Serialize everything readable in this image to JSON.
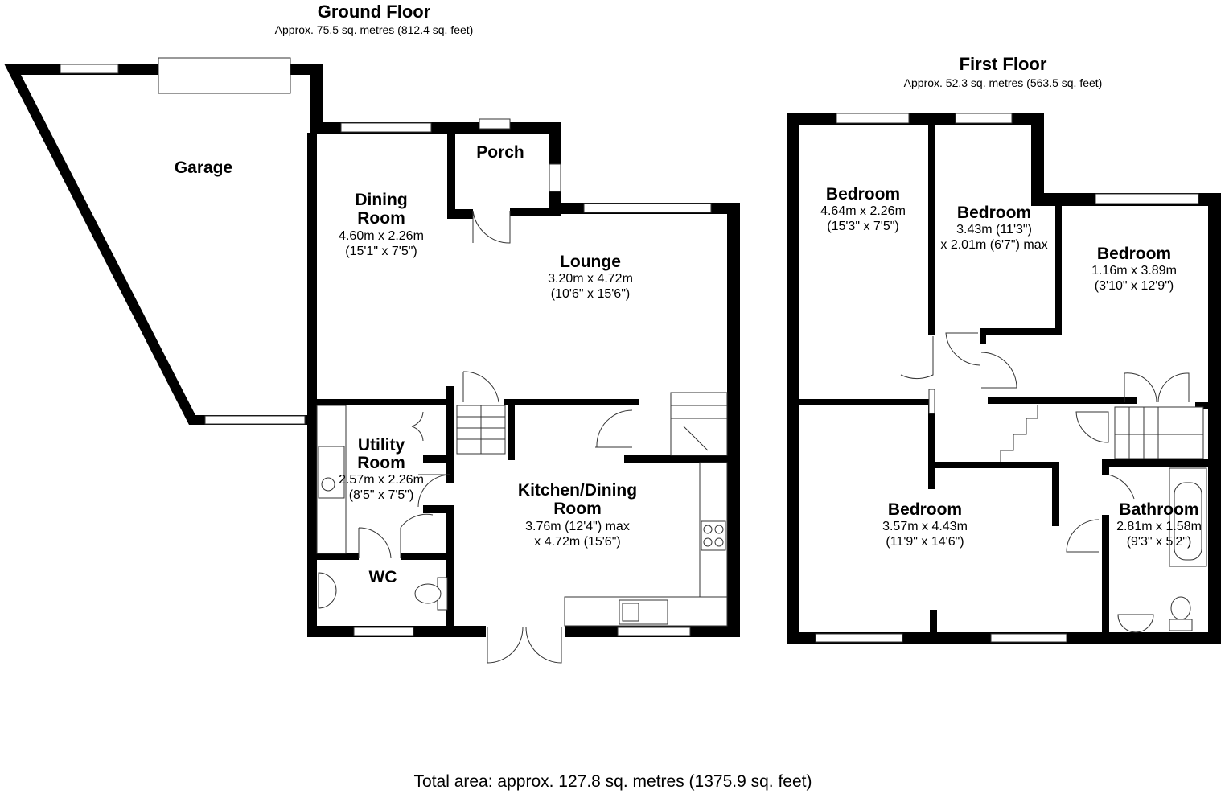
{
  "ground_floor": {
    "title": "Ground Floor",
    "area": "Approx. 75.5 sq. metres (812.4 sq. feet)",
    "rooms": {
      "garage": {
        "name": "Garage"
      },
      "dining": {
        "name_line1": "Dining",
        "name_line2": "Room",
        "dim_metric": "4.60m x 2.26m",
        "dim_imperial": "(15'1\" x 7'5\")"
      },
      "porch": {
        "name": "Porch"
      },
      "lounge": {
        "name": "Lounge",
        "dim_metric": "3.20m x 4.72m",
        "dim_imperial": "(10'6\" x 15'6\")"
      },
      "utility": {
        "name_line1": "Utility",
        "name_line2": "Room",
        "dim_metric": "2.57m x 2.26m",
        "dim_imperial": "(8'5\" x 7'5\")"
      },
      "kitchen": {
        "name_line1": "Kitchen/Dining",
        "name_line2": "Room",
        "dim_line1": "3.76m (12'4\") max",
        "dim_line2": "x 4.72m (15'6\")"
      },
      "wc": {
        "name": "WC"
      }
    }
  },
  "first_floor": {
    "title": "First Floor",
    "area": "Approx. 52.3 sq. metres (563.5 sq. feet)",
    "rooms": {
      "bedroom1": {
        "name": "Bedroom",
        "dim_metric": "4.64m x 2.26m",
        "dim_imperial": "(15'3\" x 7'5\")"
      },
      "bedroom2": {
        "name": "Bedroom",
        "dim_line1": "3.43m (11'3\")",
        "dim_line2": "x 2.01m (6'7\") max"
      },
      "bedroom3": {
        "name": "Bedroom",
        "dim_metric": "1.16m x 3.89m",
        "dim_imperial": "(3'10\" x 12'9\")"
      },
      "bedroom4": {
        "name": "Bedroom",
        "dim_metric": "3.57m x 4.43m",
        "dim_imperial": "(11'9\" x 14'6\")"
      },
      "bathroom": {
        "name": "Bathroom",
        "dim_metric": "2.81m x 1.58m",
        "dim_imperial": "(9'3\" x 5'2\")"
      }
    }
  },
  "total_area": "Total area: approx. 127.8 sq. metres (1375.9 sq. feet)"
}
